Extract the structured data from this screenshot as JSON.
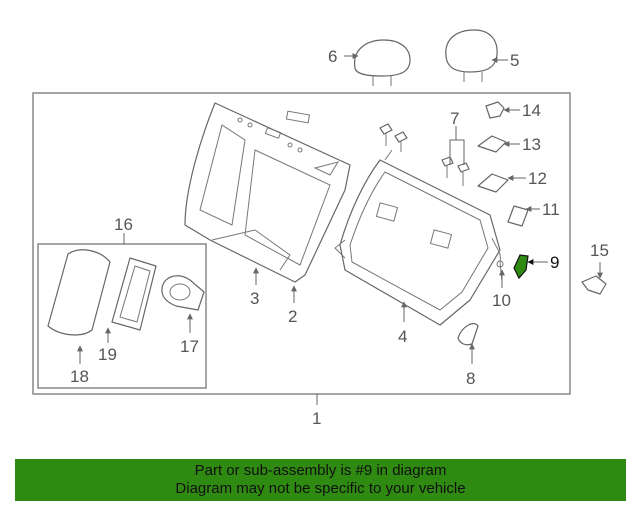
{
  "callouts": {
    "n1": "1",
    "n2": "2",
    "n3": "3",
    "n4": "4",
    "n5": "5",
    "n6": "6",
    "n7": "7",
    "n8": "8",
    "n9": "9",
    "n10": "10",
    "n11": "11",
    "n12": "12",
    "n13": "13",
    "n14": "14",
    "n15": "15",
    "n16": "16",
    "n17": "17",
    "n18": "18",
    "n19": "19"
  },
  "highlighted_part": "9",
  "colors": {
    "banner": "#2f8a12",
    "highlight_part": "#2f8a12",
    "line_art": "#666666"
  },
  "banner": {
    "line1": "Part or sub-assembly is #9 in diagram",
    "line2": "Diagram may not be specific to your vehicle"
  }
}
